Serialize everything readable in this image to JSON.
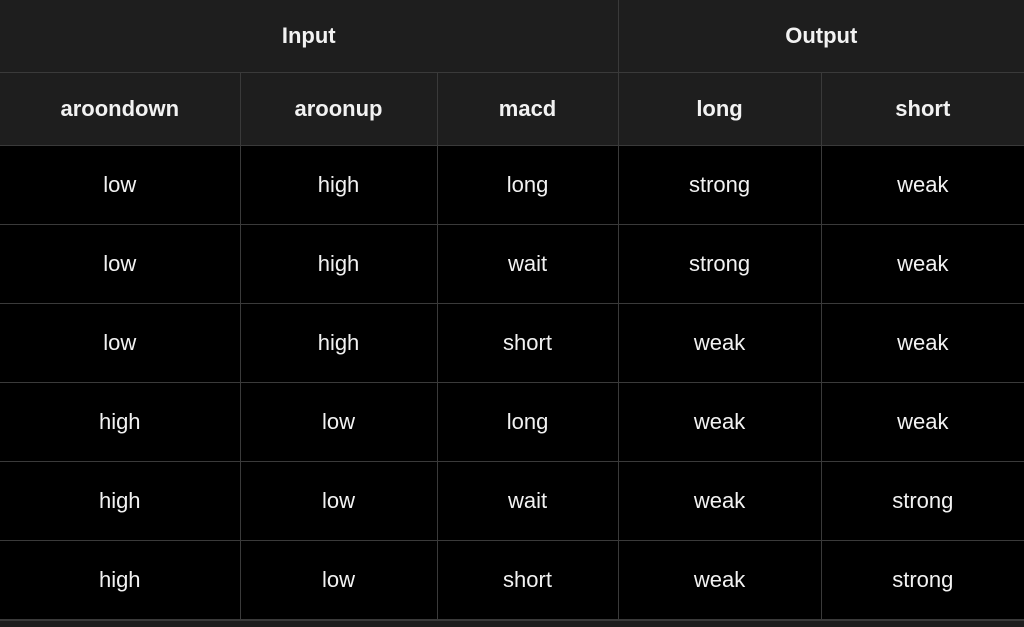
{
  "table": {
    "groups": [
      {
        "label": "Input"
      },
      {
        "label": "Output"
      }
    ],
    "columns": [
      "aroondown",
      "aroonup",
      "macd",
      "long",
      "short"
    ],
    "rows": [
      [
        "low",
        "high",
        "long",
        "strong",
        "weak"
      ],
      [
        "low",
        "high",
        "wait",
        "strong",
        "weak"
      ],
      [
        "low",
        "high",
        "short",
        "weak",
        "weak"
      ],
      [
        "high",
        "low",
        "long",
        "weak",
        "weak"
      ],
      [
        "high",
        "low",
        "wait",
        "weak",
        "strong"
      ],
      [
        "high",
        "low",
        "short",
        "weak",
        "strong"
      ]
    ]
  },
  "colors": {
    "header_background": "#1e1e1e",
    "body_background": "#000000",
    "grid_line": "#3a3a3a",
    "text": "#f2f2f2"
  }
}
